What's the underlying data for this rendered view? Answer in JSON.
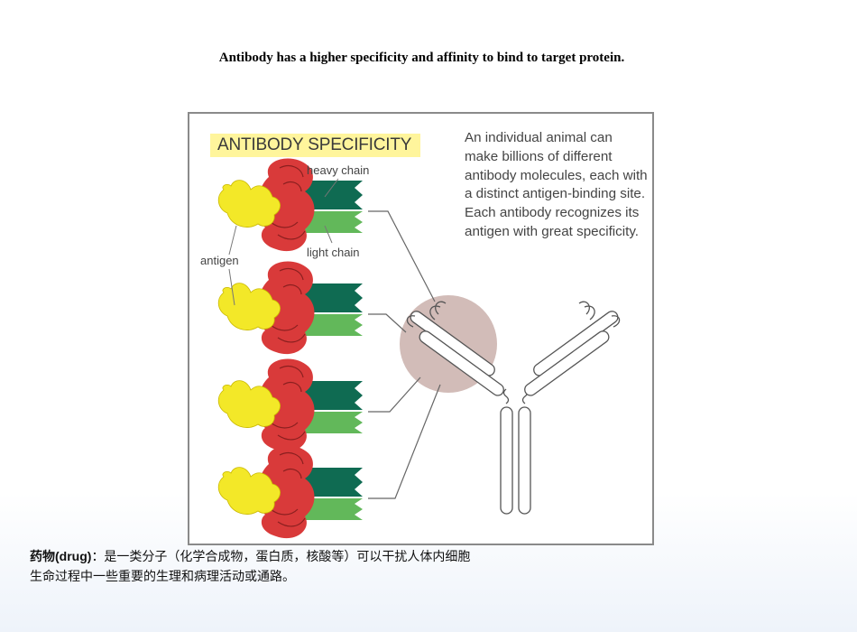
{
  "slide": {
    "title": "Antibody has a higher specificity and affinity to bind to target protein."
  },
  "figure": {
    "heading": "ANTIBODY SPECIFICITY",
    "description": "An individual animal can make billions of different antibody molecules, each with a distinct antigen-binding site. Each antibody recognizes its antigen with great specificity.",
    "labels": {
      "heavy_chain": "heavy chain",
      "light_chain": "light chain",
      "antigen": "antigen"
    },
    "colors": {
      "heading_highlight": "#fff59c",
      "heavy_chain": "#0f6b52",
      "light_chain": "#62b85a",
      "binding_site": "#d93a3a",
      "antigen": "#f3e828",
      "highlight_circle": "#d2bcb8"
    }
  },
  "caption": {
    "term": "药物(drug)",
    "text": "：是一类分子（化学合成物，蛋白质，核酸等）可以干扰人体内细胞生命过程中一些重要的生理和病理活动或通路。"
  }
}
